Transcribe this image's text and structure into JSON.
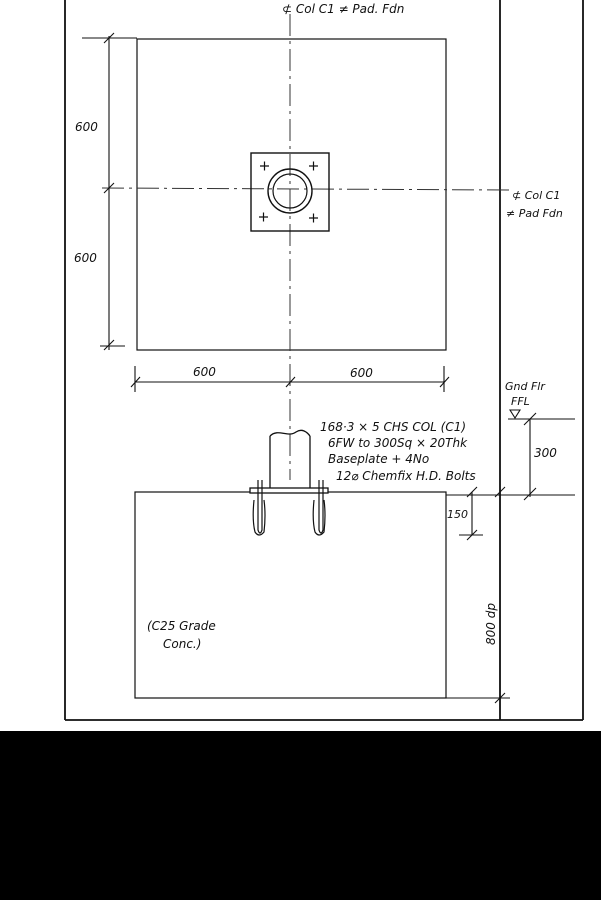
{
  "plan_view": {
    "centreline_label_top": "⊄ Col C1 ≠ Pad. Fdn",
    "centreline_label_right_1": "⊄ Col C1",
    "centreline_label_right_2": "≠ Pad Fdn",
    "dim_upper_vertical": "600",
    "dim_lower_vertical": "600",
    "dim_left_horizontal": "600",
    "dim_right_horizontal": "600"
  },
  "section_view": {
    "level_label_1": "Gnd Flr",
    "level_label_2": "FFL",
    "dim_ffl_to_top": "300",
    "dim_plate_depth": "150",
    "dim_pad_depth": "800 dp",
    "note_lines": [
      "168·3 × 5 CHS COL (C1)",
      "6FW to 300Sq × 20Thk",
      "Baseplate + 4No",
      "12⌀ Chemfix H.D. Bolts"
    ],
    "concrete_line_1": "(C25 Grade",
    "concrete_line_2": "Conc.)"
  },
  "colors": {
    "paper": "#ffffff",
    "background": "#000000",
    "ink": "#111111"
  }
}
